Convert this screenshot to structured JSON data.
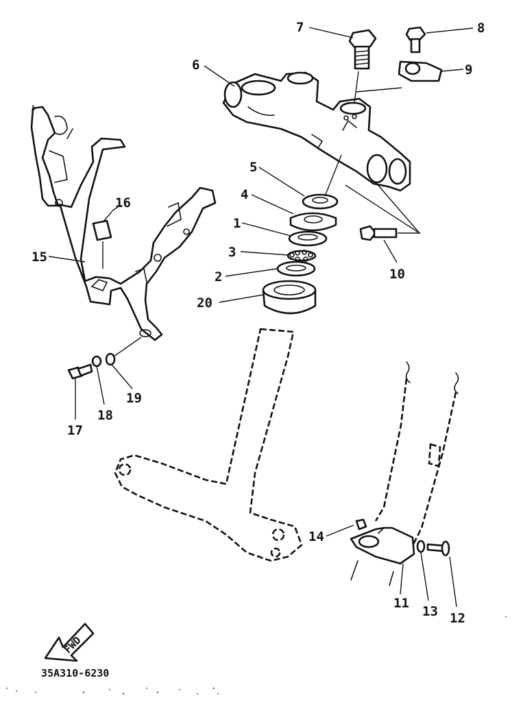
{
  "diagram": {
    "callouts": [
      {
        "id": "c1",
        "label": "1"
      },
      {
        "id": "c2",
        "label": "2"
      },
      {
        "id": "c3",
        "label": "3"
      },
      {
        "id": "c4",
        "label": "4"
      },
      {
        "id": "c5",
        "label": "5"
      },
      {
        "id": "c6",
        "label": "6"
      },
      {
        "id": "c7",
        "label": "7"
      },
      {
        "id": "c8",
        "label": "8"
      },
      {
        "id": "c9",
        "label": "9"
      },
      {
        "id": "c10",
        "label": "10"
      },
      {
        "id": "c11",
        "label": "11"
      },
      {
        "id": "c12",
        "label": "12"
      },
      {
        "id": "c13",
        "label": "13"
      },
      {
        "id": "c14",
        "label": "14"
      },
      {
        "id": "c15",
        "label": "15"
      },
      {
        "id": "c16",
        "label": "16"
      },
      {
        "id": "c17",
        "label": "17"
      },
      {
        "id": "c18",
        "label": "18"
      },
      {
        "id": "c19",
        "label": "19"
      },
      {
        "id": "c20",
        "label": "20"
      }
    ],
    "fwd_label": "FWD",
    "drawing_code": "35A310-6230"
  }
}
